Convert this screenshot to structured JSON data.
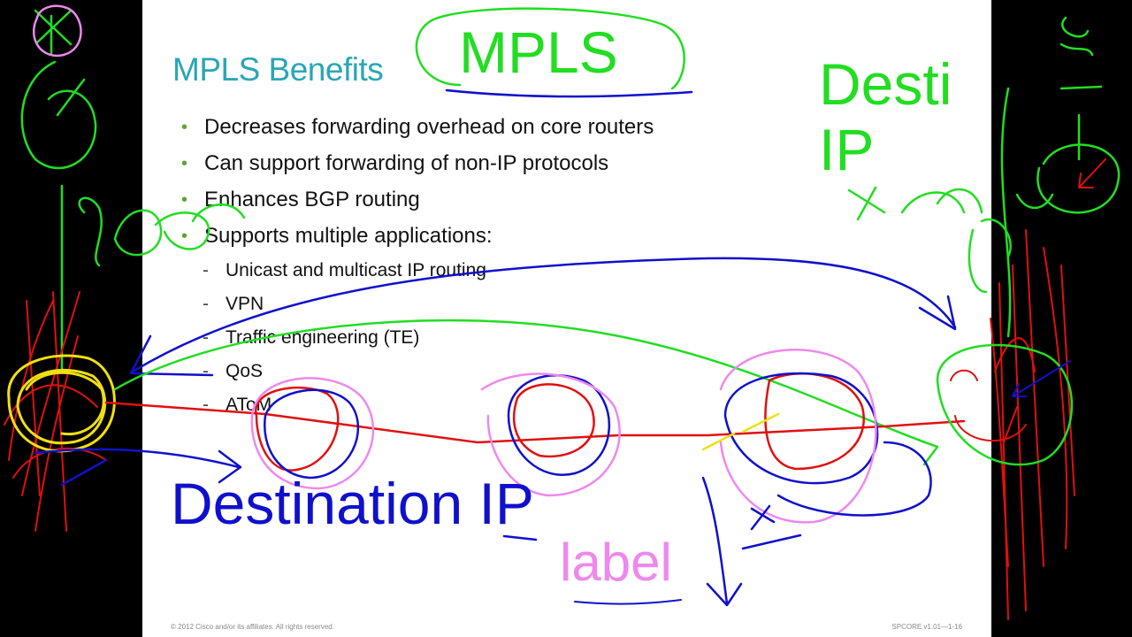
{
  "slide": {
    "title": "MPLS Benefits",
    "bullets": [
      "Decreases forwarding overhead on core routers",
      "Can support forwarding of non-IP protocols",
      "Enhances BGP routing",
      "Supports multiple applications:"
    ],
    "sub_bullets": [
      "Unicast and multicast IP routing",
      "VPN",
      "Traffic engineering (TE)",
      "QoS",
      "AToM"
    ],
    "footer_left": "© 2012 Cisco and/or its affiliates. All rights reserved.",
    "footer_right": "SPCORE v1.01—1-16"
  },
  "annotations": {
    "mpls": "MPLS",
    "desti": "Desti",
    "ip": "IP",
    "destination_ip": "Destination IP",
    "label": "label"
  },
  "colors": {
    "title": "#2aa6b5",
    "bullet_dot": "#5fa533",
    "ink_green": "#22dd22",
    "ink_blue": "#1010cc",
    "ink_red": "#e01010",
    "ink_pink": "#ee88ee",
    "ink_yellow": "#f0e010"
  }
}
